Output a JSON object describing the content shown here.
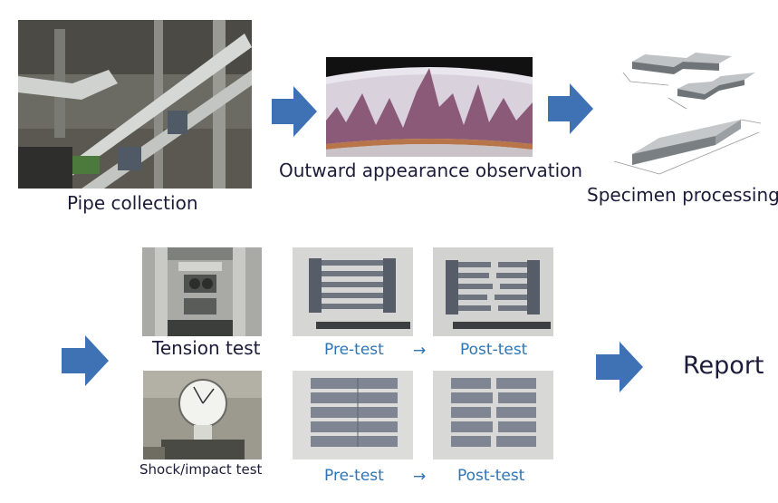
{
  "row1": {
    "pipe_caption": "Pipe collection",
    "observation_caption": "Outward appearance observation",
    "specimen_caption": "Specimen processing"
  },
  "tension": {
    "caption": "Tension test",
    "pre_label": "Pre-test",
    "post_label": "Post-test",
    "arrow_glyph": "→"
  },
  "shock": {
    "caption": "Shock/impact test",
    "pre_label": "Pre-test",
    "post_label": "Post-test",
    "arrow_glyph": "→"
  },
  "report_label": "Report",
  "colors": {
    "arrow_blue": "#3f72b5",
    "text_dark": "#1c1c3a",
    "caption_blue": "#2e75b6"
  }
}
